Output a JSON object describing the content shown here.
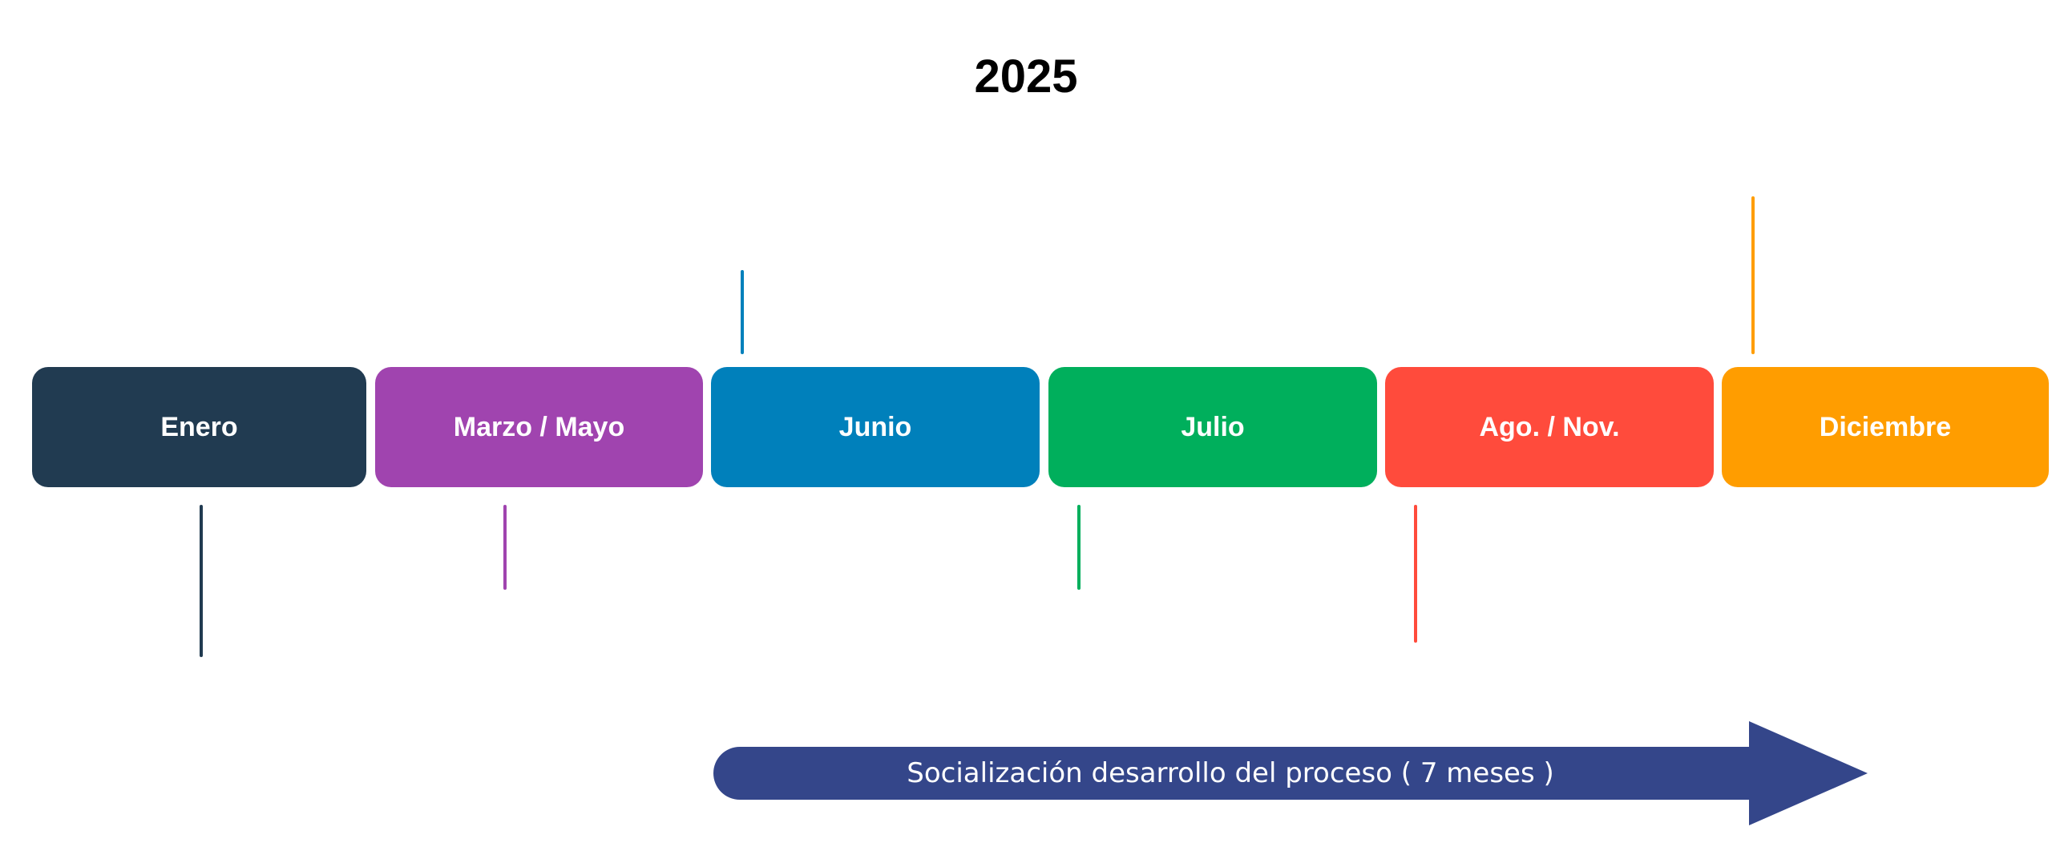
{
  "title": "2025",
  "periods": [
    {
      "label": "Enero",
      "color": "#213B51"
    },
    {
      "label": "Marzo / Mayo",
      "color": "#A044AF"
    },
    {
      "label": "Junio",
      "color": "#0080BB"
    },
    {
      "label": "Julio",
      "color": "#00AF5C"
    },
    {
      "label": "Ago. / Nov.",
      "color": "#FF4B3C"
    },
    {
      "label": "Diciembre",
      "color": "#FF9D00"
    }
  ],
  "arrow": {
    "label": "Socialización desarrollo del proceso ( 7 meses )",
    "color": "#34468A"
  }
}
